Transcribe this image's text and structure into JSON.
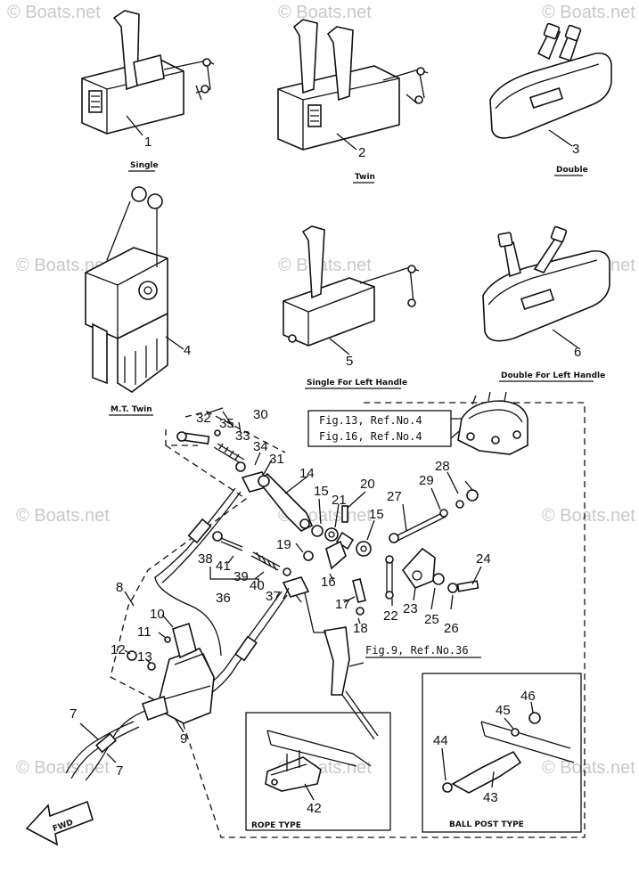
{
  "watermark": "© Boats.net",
  "captions": {
    "c1": "Single",
    "c2": "Twin",
    "c3": "Double",
    "c4": "M.T. Twin",
    "c5": "Single For Left Handle",
    "c6": "Double For Left Handle",
    "rope": "ROPE TYPE",
    "ball": "BALL POST TYPE",
    "fwd": "FWD"
  },
  "refs": {
    "r1": "Fig.13, Ref.No.4",
    "r2": "Fig.16, Ref.No.4",
    "r3": "Fig.9, Ref.No.36"
  },
  "labels": {
    "n1": "1",
    "n2": "2",
    "n3": "3",
    "n4": "4",
    "n5": "5",
    "n6": "6",
    "n7a": "7",
    "n7b": "7",
    "n8": "8",
    "n9": "9",
    "n10": "10",
    "n11": "11",
    "n12": "12",
    "n13": "13",
    "n14": "14",
    "n15a": "15",
    "n15b": "15",
    "n16": "16",
    "n17": "17",
    "n18": "18",
    "n19": "19",
    "n20": "20",
    "n21": "21",
    "n22": "22",
    "n23": "23",
    "n24": "24",
    "n25": "25",
    "n26": "26",
    "n27": "27",
    "n28": "28",
    "n29": "29",
    "n30": "30",
    "n31": "31",
    "n32": "32",
    "n33": "33",
    "n34": "34",
    "n35": "35",
    "n36": "36",
    "n37": "37",
    "n38": "38",
    "n39": "39",
    "n40": "40",
    "n41": "41",
    "n42": "42",
    "n43": "43",
    "n44": "44",
    "n45": "45",
    "n46": "46"
  }
}
